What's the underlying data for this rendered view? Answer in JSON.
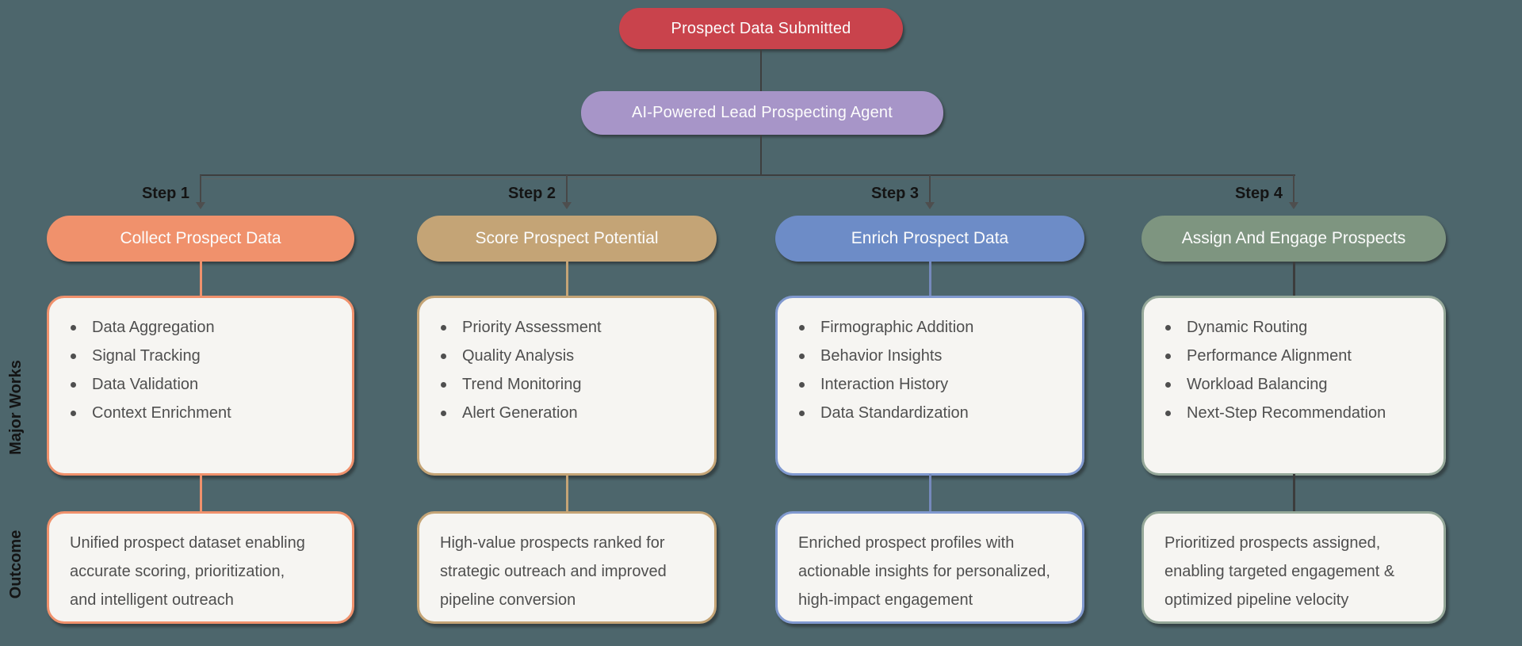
{
  "background": "#4D666C",
  "flow": {
    "start": {
      "label": "Prospect Data Submitted",
      "color": "#C9434C"
    },
    "agent": {
      "label": "AI-Powered Lead Prospecting Agent",
      "color": "#A795C8"
    },
    "connector_color": "#3E3E3E"
  },
  "row_labels": {
    "major_works": "Major Works",
    "outcome": "Outcome"
  },
  "box_fill": "#F6F5F2",
  "body_text_color": "#4F4F4F",
  "columns": [
    {
      "step_label": "Step 1",
      "title": "Collect Prospect Data",
      "colors": {
        "pill": "#F0916C",
        "line": "#F0916C",
        "border": "#F0916C"
      },
      "major_works": [
        "Data Aggregation",
        "Signal Tracking",
        "Data Validation",
        "Context Enrichment"
      ],
      "outcome": "Unified prospect dataset enabling\naccurate scoring, prioritization,\nand intelligent outreach"
    },
    {
      "step_label": "Step 2",
      "title": "Score Prospect Potential",
      "colors": {
        "pill": "#C4A476",
        "line": "#C4A476",
        "border": "#C4A476"
      },
      "major_works": [
        "Priority Assessment",
        "Quality Analysis",
        "Trend Monitoring",
        "Alert Generation"
      ],
      "outcome": "High-value prospects ranked for\nstrategic outreach and improved\npipeline conversion"
    },
    {
      "step_label": "Step 3",
      "title": "Enrich Prospect Data",
      "colors": {
        "pill": "#6D8CC7",
        "line": "#7589BC",
        "border": "#8099CF"
      },
      "major_works": [
        "Firmographic Addition",
        "Behavior Insights",
        "Interaction History",
        "Data Standardization"
      ],
      "outcome": "Enriched prospect profiles with\nactionable insights for personalized,\nhigh-impact engagement"
    },
    {
      "step_label": "Step 4",
      "title": "Assign And Engage Prospects",
      "colors": {
        "pill": "#7E9580",
        "line": "#3C3C3C",
        "border": "#95A899"
      },
      "major_works": [
        "Dynamic Routing",
        "Performance Alignment",
        "Workload Balancing",
        "Next-Step Recommendation"
      ],
      "outcome": "Prioritized prospects assigned,\nenabling targeted engagement &\noptimized pipeline velocity"
    }
  ]
}
